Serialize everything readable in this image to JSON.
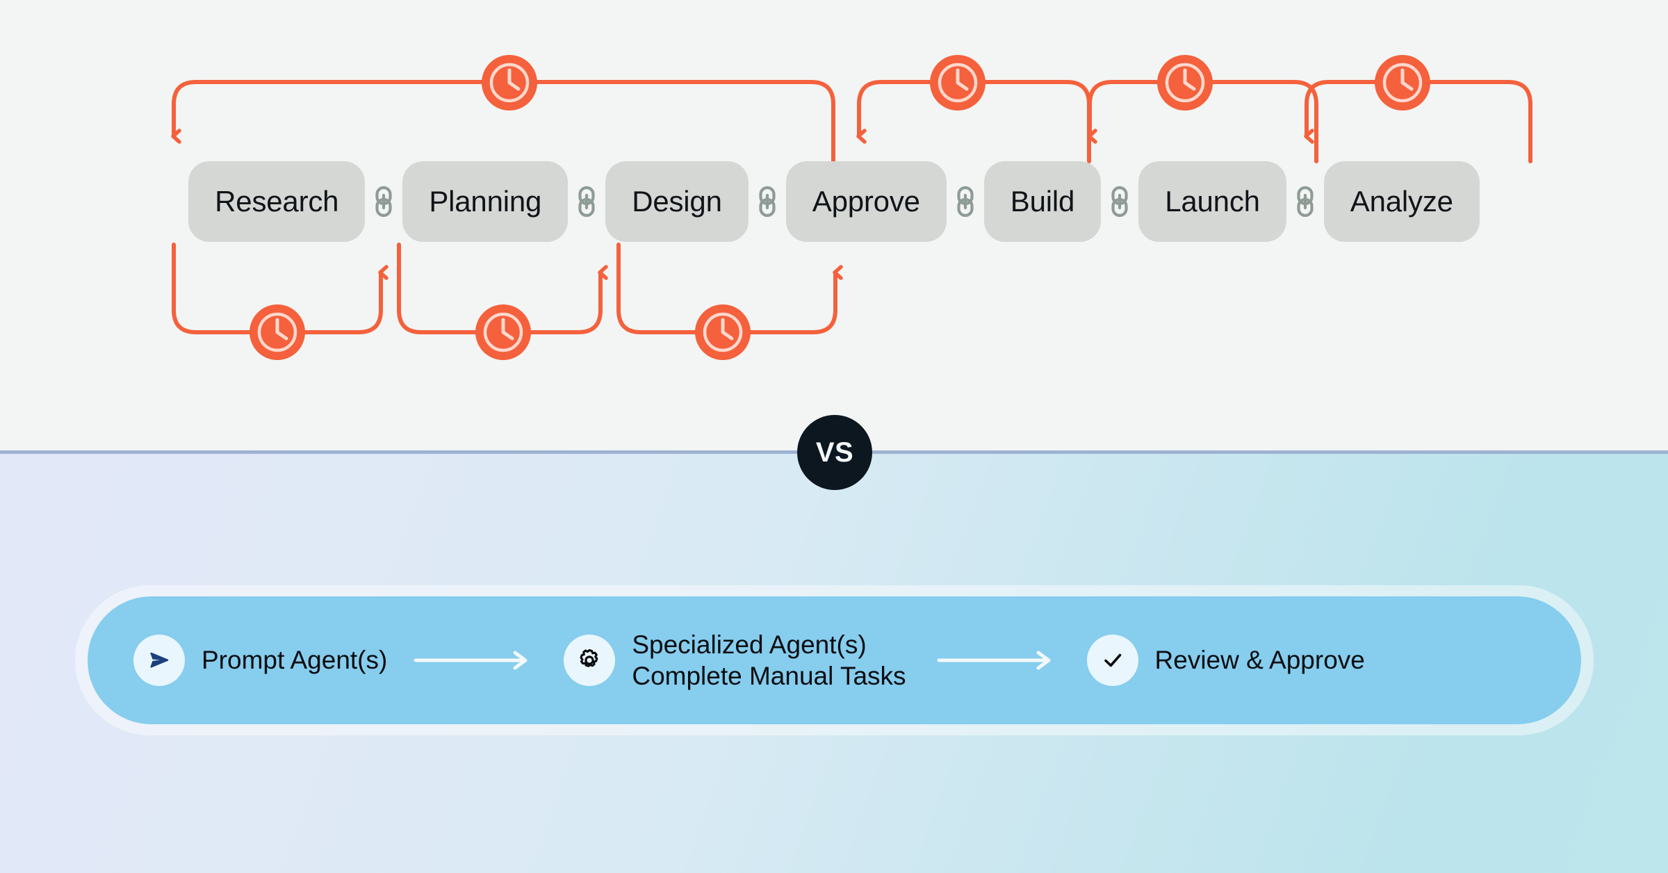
{
  "manual_flow": {
    "stages": [
      {
        "label": "Research"
      },
      {
        "label": "Planning"
      },
      {
        "label": "Design"
      },
      {
        "label": "Approve"
      },
      {
        "label": "Build"
      },
      {
        "label": "Launch"
      },
      {
        "label": "Analyze"
      }
    ],
    "separator_icon": "link-icon",
    "loop_icon": "clock-icon",
    "accent_color": "#f4613c",
    "stage_color": "#d4d7d4",
    "background_color": "#f2f5f4"
  },
  "divider": {
    "badge_label": "VS",
    "badge_color": "#0c1720",
    "badge_text_color": "#f4f7f8"
  },
  "agent_flow": {
    "steps": [
      {
        "icon": "send-icon",
        "label": "Prompt Agent(s)"
      },
      {
        "icon": "gear-icon",
        "label": "Specialized Agent(s)\nComplete Manual Tasks"
      },
      {
        "icon": "check-icon",
        "label": "Review & Approve"
      }
    ],
    "arrow_icon": "arrow-right-icon",
    "pill_color": "#86cdee",
    "icon_bubble_color": "#eaf6fd",
    "gradient_start": "#e2e8f8",
    "gradient_end": "#bce5ec"
  }
}
